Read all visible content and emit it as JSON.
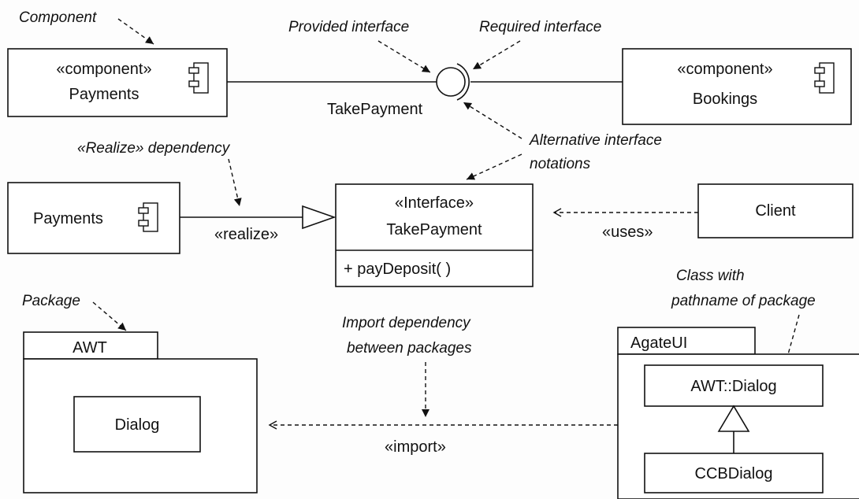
{
  "annotations": {
    "component": "Component",
    "provided_interface": "Provided interface",
    "required_interface": "Required interface",
    "alternative_line1": "Alternative interface",
    "alternative_line2": "notations",
    "realize_dependency": "«Realize» dependency",
    "package": "Package",
    "class_with_line1": "Class with",
    "class_with_line2": "pathname of package",
    "import_line1": "Import dependency",
    "import_line2": "between packages"
  },
  "components": {
    "payments_top": {
      "stereotype": "«component»",
      "name": "Payments"
    },
    "bookings": {
      "stereotype": "«component»",
      "name": "Bookings"
    },
    "payments_mid": {
      "name": "Payments"
    }
  },
  "interface_lollipop": {
    "name": "TakePayment"
  },
  "interface_class": {
    "stereotype": "«Interface»",
    "name": "TakePayment",
    "operation": "+ payDeposit( )"
  },
  "client": {
    "name": "Client"
  },
  "relationships": {
    "realize": "«realize»",
    "uses": "«uses»",
    "import": "«import»"
  },
  "packages": {
    "awt": {
      "name": "AWT",
      "class": "Dialog"
    },
    "agateui": {
      "name": "AgateUI",
      "class_top": "AWT::Dialog",
      "class_bottom": "CCBDialog"
    }
  }
}
